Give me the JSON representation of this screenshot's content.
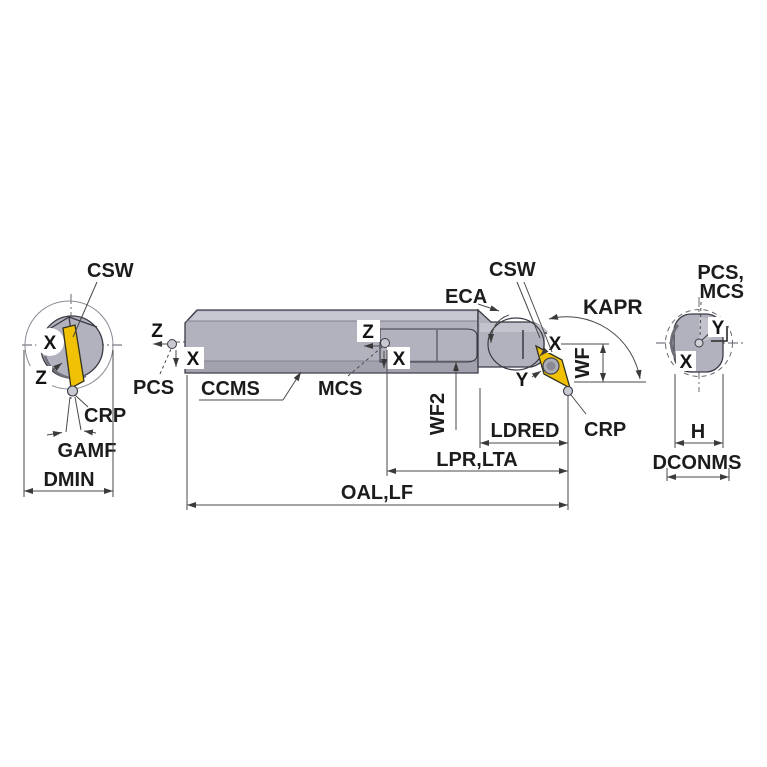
{
  "diagram_labels": {
    "left_view": {
      "csw": "CSW",
      "x_marker": "X",
      "z_marker": "Z",
      "crp": "CRP",
      "gamf": "GAMF",
      "dmin": "DMIN"
    },
    "side_view": {
      "pcs_z": "Z",
      "pcs_x": "X",
      "pcs": "PCS",
      "ccms": "CCMS",
      "mcs_z": "Z",
      "mcs_x": "X",
      "mcs": "MCS",
      "csw": "CSW",
      "eca": "ECA",
      "kapr": "KAPR",
      "tip_x": "X",
      "tip_y": "Y",
      "wf": "WF",
      "crp": "CRP",
      "wf2": "WF2",
      "ldred": "LDRED",
      "lpr_lta": "LPR,LTA",
      "oal_lf": "OAL,LF"
    },
    "end_view": {
      "pcs_mcs_line1": "PCS,",
      "pcs_mcs_line2": "MCS",
      "y_marker": "Y",
      "x_marker": "X",
      "h": "H",
      "dconms": "DCONMS"
    }
  },
  "colors": {
    "body_gray": "#b2b2bf",
    "body_light": "#c8c8d3",
    "body_dark": "#a2a2af",
    "insert_yellow": "#f0c105",
    "line_dark": "#3a3a44",
    "dim_line": "#4a4a4a",
    "label_text": "#1c1c1c",
    "background": "#ffffff"
  }
}
